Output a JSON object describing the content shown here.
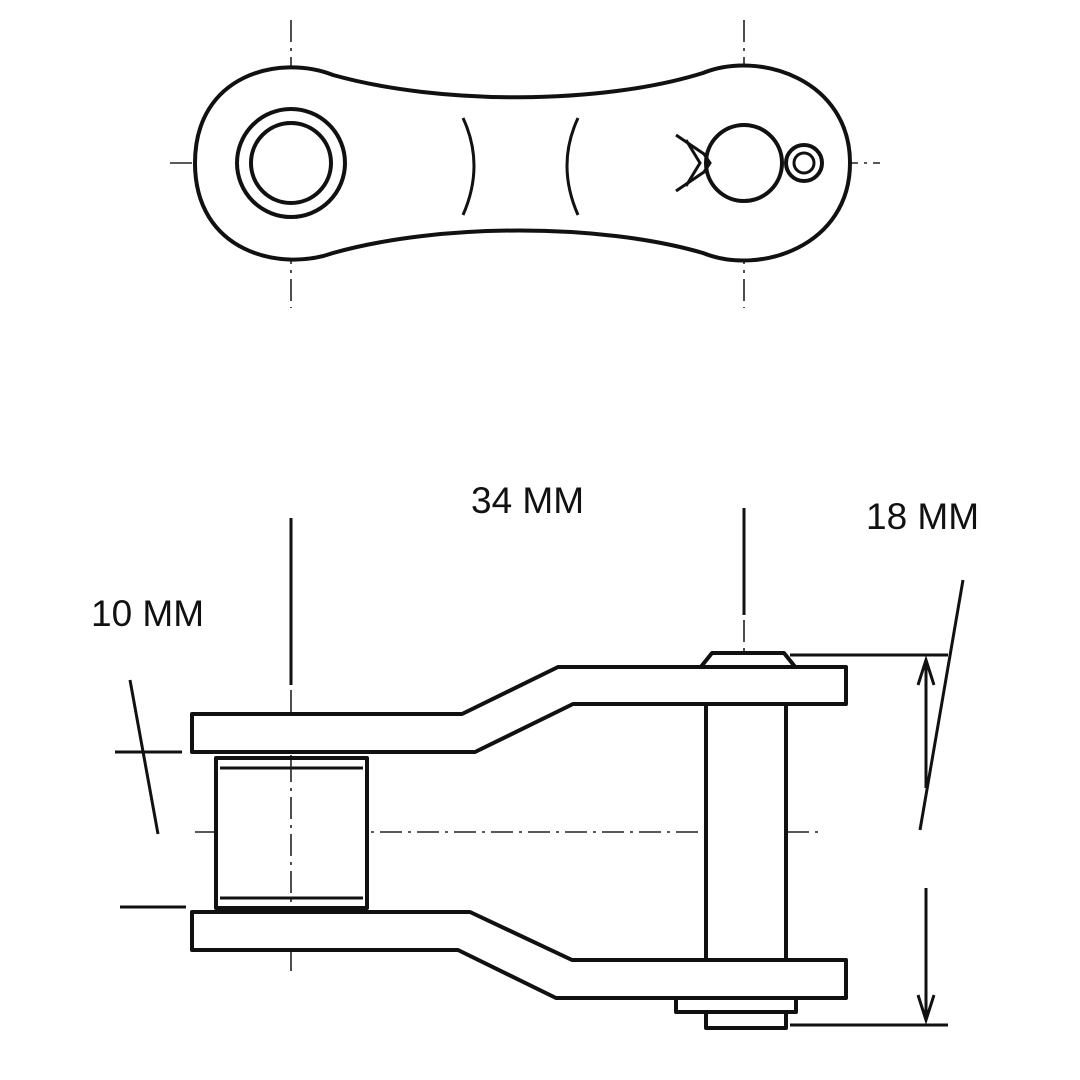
{
  "dimensions": {
    "pitch_label": "34 MM",
    "width_label": "18 MM",
    "roller_label": "10 MM"
  },
  "colors": {
    "line": "#111111",
    "background": "#ffffff"
  }
}
